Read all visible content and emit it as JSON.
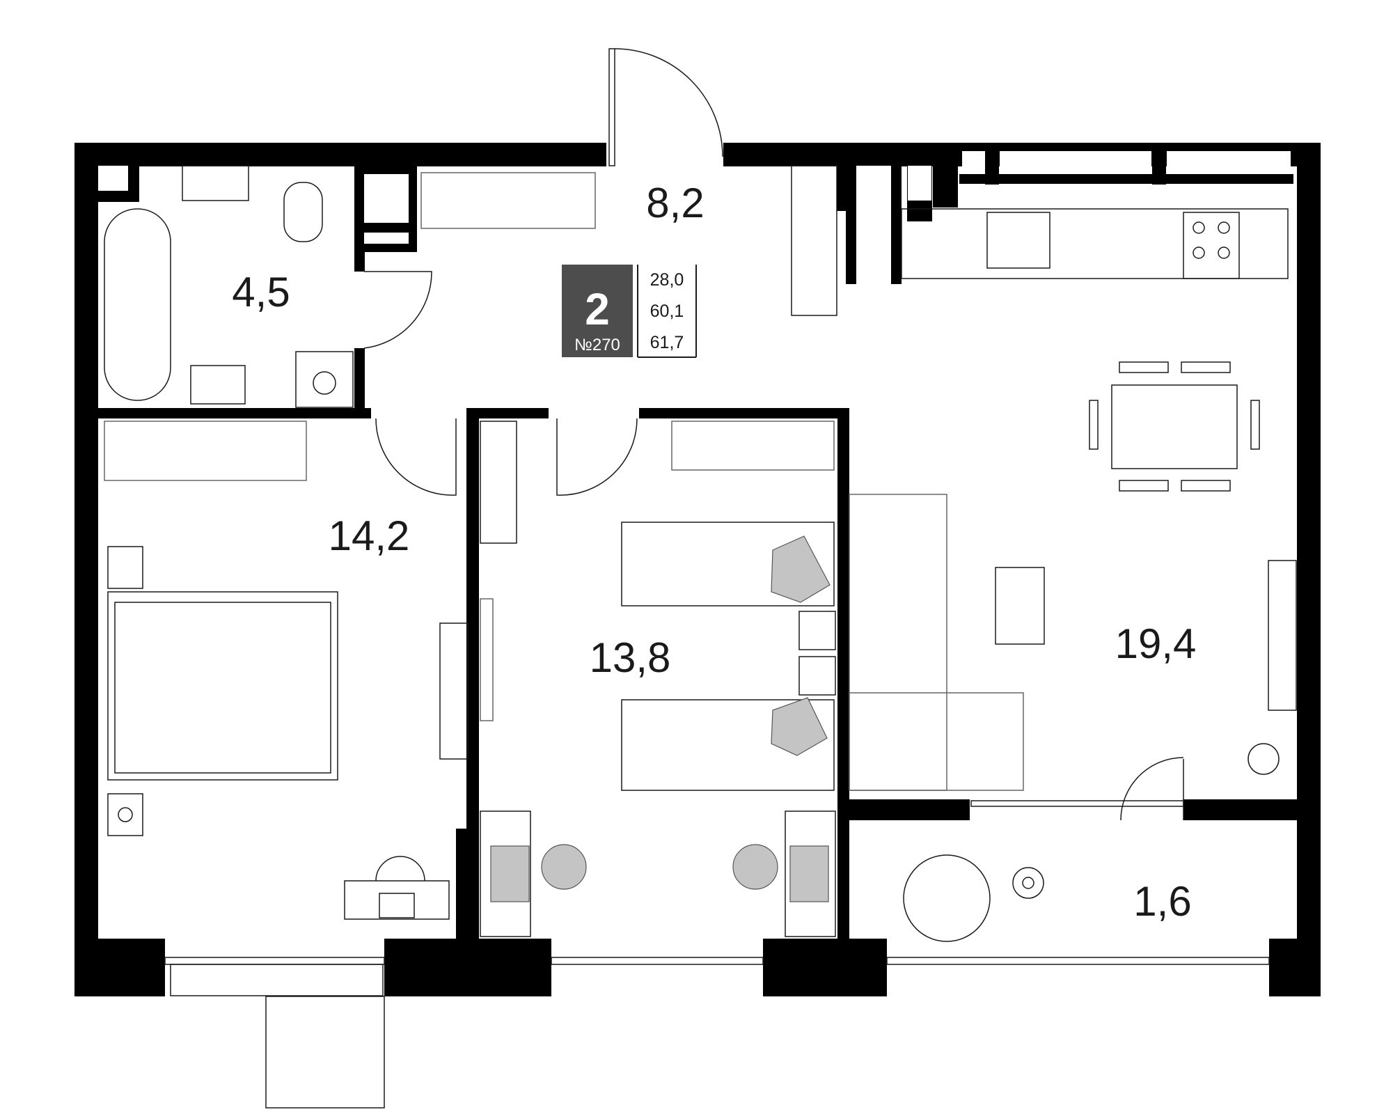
{
  "rooms": {
    "hallway": {
      "area": "8,2"
    },
    "bathroom": {
      "area": "4,5"
    },
    "bedroom": {
      "area": "14,2"
    },
    "kids_room": {
      "area": "13,8"
    },
    "living_kitchen": {
      "area": "19,4"
    },
    "balcony": {
      "area": "1,6"
    }
  },
  "badge": {
    "room_count": "2",
    "apartment_number": "№270"
  },
  "stats": {
    "living_area": "28,0",
    "total_area": "60,1",
    "total_area_with_balcony": "61,7"
  },
  "colors": {
    "wall": "#000000",
    "badge_bg": "#4d4d4d",
    "furniture_fill": "#c4c4c4",
    "line": "#1a1a1a"
  }
}
